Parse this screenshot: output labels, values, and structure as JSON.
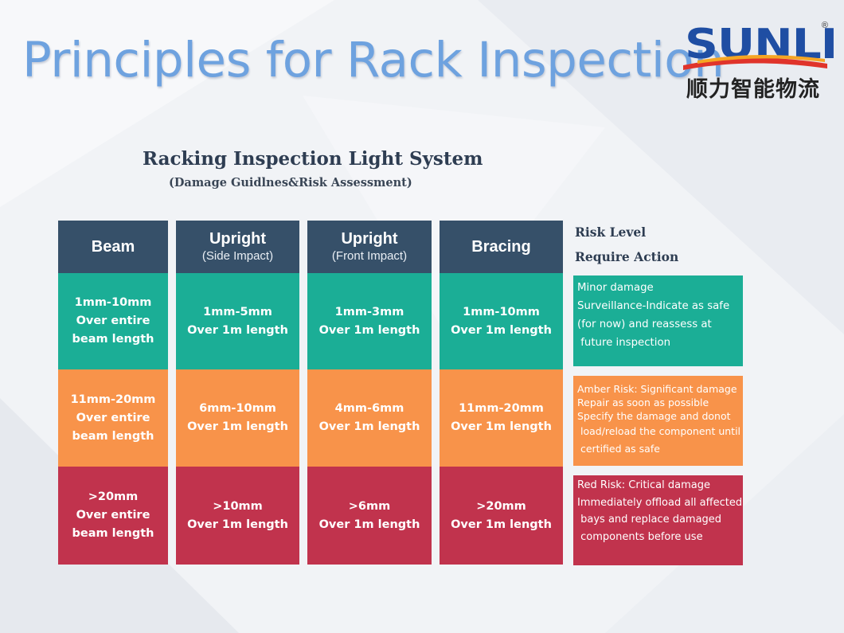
{
  "header": {
    "title": "Principles for Rack Inspection"
  },
  "logo": {
    "brand": "SUNLI",
    "registered": "®",
    "chinese": "顺力智能物流",
    "colors": {
      "brand_blue": "#1f4ea3",
      "swoosh_red": "#e0342b",
      "swoosh_orange": "#f6a623"
    }
  },
  "system": {
    "title": "Racking Inspection Light System",
    "subtitle": "(Damage Guidlnes&Risk Assessment)"
  },
  "columns": [
    {
      "title": "Beam",
      "subtitle": "",
      "green": [
        "1mm-10mm",
        "Over entire",
        "beam length"
      ],
      "amber": [
        "11mm-20mm",
        "Over entire",
        "beam length"
      ],
      "red": [
        ">20mm",
        "Over entire",
        "beam length"
      ]
    },
    {
      "title": "Upright",
      "subtitle": "(Side Impact)",
      "green": [
        "1mm-5mm",
        "Over 1m length"
      ],
      "amber": [
        "6mm-10mm",
        "Over 1m length"
      ],
      "red": [
        ">10mm",
        "Over 1m length"
      ]
    },
    {
      "title": "Upright",
      "subtitle": "(Front Impact)",
      "green": [
        "1mm-3mm",
        "Over 1m length"
      ],
      "amber": [
        "4mm-6mm",
        "Over 1m length"
      ],
      "red": [
        ">6mm",
        "Over 1m length"
      ]
    },
    {
      "title": "Bracing",
      "subtitle": "",
      "green": [
        "1mm-10mm",
        "Over 1m length"
      ],
      "amber": [
        "11mm-20mm",
        "Over 1m length"
      ],
      "red": [
        ">20mm",
        "Over 1m length"
      ]
    }
  ],
  "risk": {
    "level_label": "Risk Level",
    "action_label": "Require Action",
    "green": [
      "Minor damage",
      "Surveillance-Indicate as safe",
      "(for now) and reassess at",
      " future inspection"
    ],
    "amber": [
      "Amber Risk: Significant damage",
      "Repair as soon as possible",
      "Specify the damage and donot",
      " load/reload the component until",
      " certified as safe"
    ],
    "red": [
      "Red Risk: Critical damage",
      "Immediately offload all affected",
      " bays and replace damaged",
      " components before use"
    ]
  },
  "colors": {
    "header": "#365069",
    "green": "#1bae96",
    "amber": "#f8934a",
    "red": "#c1334d",
    "title_blue": "#6ea2df"
  }
}
